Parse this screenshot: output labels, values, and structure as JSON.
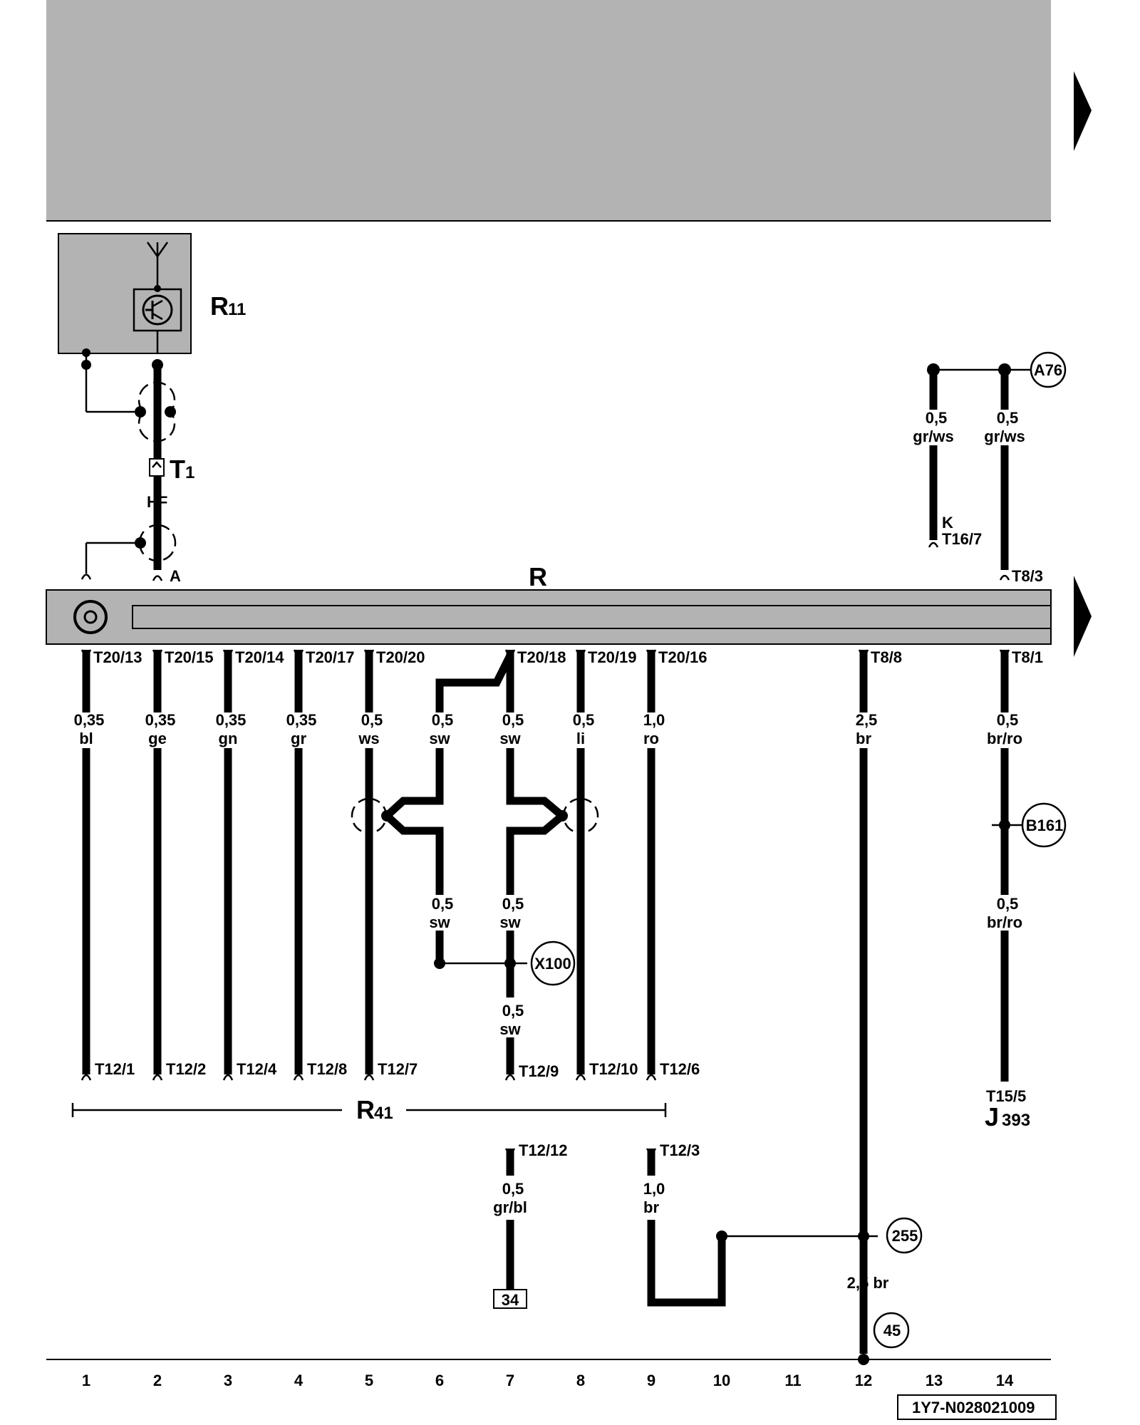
{
  "components": {
    "R11": {
      "letter": "R",
      "sub": "11"
    },
    "T1": {
      "letter": "T",
      "sub": "1"
    },
    "R": "R",
    "R41": {
      "letter": "R",
      "sub": "41"
    },
    "J393": {
      "letter": "J",
      "sub": "393"
    },
    "HF": "HF",
    "A": "A",
    "K": "K"
  },
  "connectors_top": {
    "t16_7": "T16/7",
    "t8_3": "T8/3"
  },
  "connectors_radio": [
    "T20/13",
    "T20/15",
    "T20/14",
    "T20/17",
    "T20/20",
    "T20/18",
    "T20/19",
    "T20/16",
    "T8/8",
    "T8/1"
  ],
  "connectors_bottom": [
    "T12/1",
    "T12/2",
    "T12/4",
    "T12/8",
    "T12/7",
    "T12/9",
    "T12/10",
    "T12/6"
  ],
  "connectors_low": {
    "t12_12": "T12/12",
    "t12_3": "T12/3",
    "t15_5": "T15/5"
  },
  "wires_top": [
    {
      "size": "0,5",
      "color": "gr/ws"
    },
    {
      "size": "0,5",
      "color": "gr/ws"
    }
  ],
  "wires_main": [
    {
      "size": "0,35",
      "color": "bl"
    },
    {
      "size": "0,35",
      "color": "ge"
    },
    {
      "size": "0,35",
      "color": "gn"
    },
    {
      "size": "0,35",
      "color": "gr"
    },
    {
      "size": "0,5",
      "color": "ws"
    },
    {
      "size": "0,5",
      "color": "sw"
    },
    {
      "size": "0,5",
      "color": "sw"
    },
    {
      "size": "0,5",
      "color": "li"
    },
    {
      "size": "1,0",
      "color": "ro"
    },
    {
      "size": "2,5",
      "color": "br"
    },
    {
      "size": "0,5",
      "color": "br/ro"
    }
  ],
  "wires_mid": [
    {
      "size": "0,5",
      "color": "sw"
    },
    {
      "size": "0,5",
      "color": "sw"
    },
    {
      "size": "0,5",
      "color": "sw"
    },
    {
      "size": "0,5",
      "color": "br/ro"
    }
  ],
  "wires_low": [
    {
      "size": "0,5",
      "color": "gr/bl"
    },
    {
      "size": "1,0",
      "color": "br"
    },
    {
      "size": "2,5",
      "color": "br"
    }
  ],
  "ground_refs": [
    "A76",
    "B161",
    "X100",
    "255",
    "45"
  ],
  "box_ref": "34",
  "columns": [
    "1",
    "2",
    "3",
    "4",
    "5",
    "6",
    "7",
    "8",
    "9",
    "10",
    "11",
    "12",
    "13",
    "14"
  ],
  "diagram_id": "1Y7-N028021009",
  "colors": {
    "shaded": "#b3b3b3",
    "line": "#000000",
    "background": "#ffffff"
  }
}
